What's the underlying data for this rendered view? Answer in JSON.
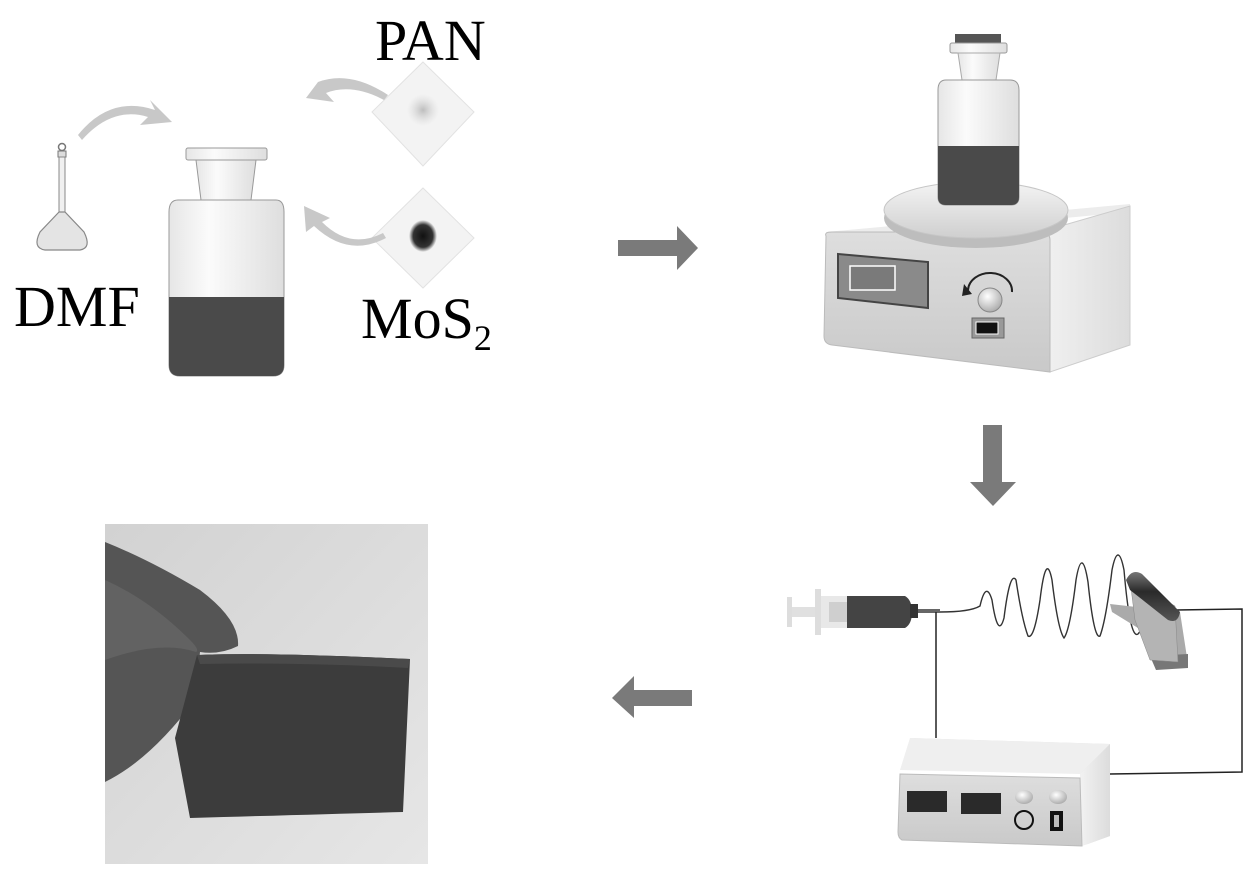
{
  "diagram": {
    "title": "Preparation process of MoS2/PAN electrospun membrane",
    "labels": {
      "solvent": "DMF",
      "polymer": "PAN",
      "additive_main": "MoS",
      "additive_sub": "2"
    },
    "steps": [
      {
        "id": "mixing",
        "description": "DMF, PAN and MoS2 added into reagent bottle"
      },
      {
        "id": "stirring",
        "description": "Magnetic stirrer with solution bottle"
      },
      {
        "id": "electrospinning",
        "description": "Syringe, spinning jet, rotating collector drum and high-voltage supply"
      },
      {
        "id": "product",
        "description": "Photo of resulting dark fibrous membrane held by gloved hand"
      }
    ],
    "flow_arrows": [
      "right",
      "down",
      "left"
    ],
    "colors": {
      "arrow": "#7a7a7a",
      "light_arrow": "#c8c8c8",
      "solution": "#4a4a4a",
      "device": "#d4d4d4",
      "display": "#2a2a2a"
    }
  }
}
